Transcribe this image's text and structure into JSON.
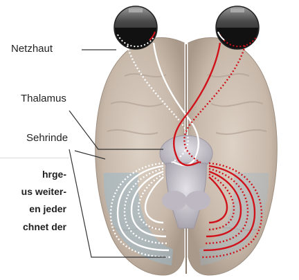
{
  "labels": {
    "retina": "Netzhaut",
    "thalamus": "Thalamus",
    "cortex": "Sehrinde"
  },
  "body_text": [
    "hrge-",
    "us weiter-",
    "en jeder",
    "chnet der"
  ],
  "colors": {
    "left_pathway": "#ffffff",
    "right_pathway": "#d0121b",
    "leader_line": "#333333",
    "brain_tissue": "#cbbcae",
    "separator": "#d8d8d8"
  }
}
